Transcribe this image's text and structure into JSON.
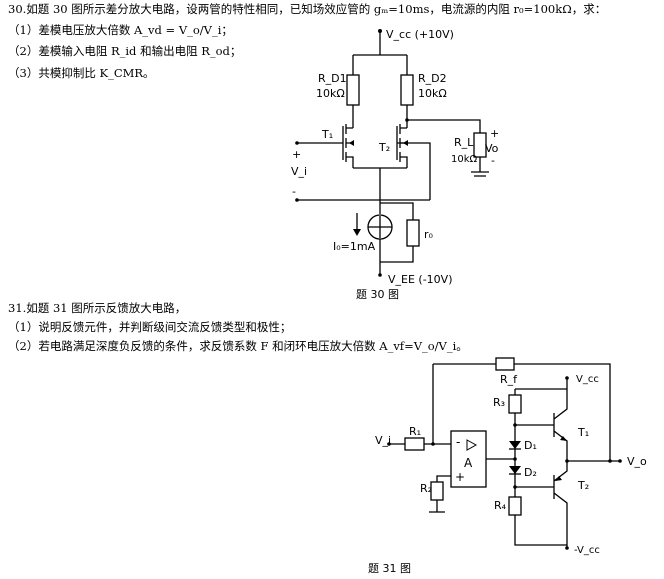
{
  "problem30": {
    "title": "30.如题 30 图所示差分放大电路，设两管的特性相同，已知场效应管的 gₘ=10ms，电流源的内阻 r₀=100kΩ，求：",
    "items": [
      "（1）差模电压放大倍数 A_vd = V_o/V_i；",
      "（2）差模输入电阻 R_id 和输出电阻 R_od；",
      "（3）共模抑制比 K_CMR。"
    ],
    "figure": {
      "vcc": "V_cc  (+10V)",
      "rd1_name": "R_D1",
      "rd1_value": "10kΩ",
      "rd2_name": "R_D2",
      "rd2_value": "10kΩ",
      "t1": "T₁",
      "t2": "T₂",
      "rl_name": "R_L",
      "rl_value": "10kΩ",
      "vo": "Vo",
      "vi": "V_i",
      "plus": "+",
      "minus": "-",
      "i0": "I₀=1mA",
      "r0": "r₀",
      "vee": "V_EE  (-10V)",
      "caption": "题 30 图"
    }
  },
  "problem31": {
    "title": "31.如题 31 图所示反馈放大电路，",
    "items": [
      "（1）说明反馈元件，并判断级间交流反馈类型和极性；",
      "（2）若电路满足深度负反馈的条件，求反馈系数 F 和闭环电压放大倍数 A_vf=V_o/V_i。"
    ],
    "figure": {
      "rf": "R_f",
      "vcc": "V_cc",
      "r3": "R₃",
      "t1": "T₁",
      "vi": "V_i",
      "r1": "R₁",
      "amp": "A",
      "minus": "-",
      "plus": "+",
      "d1": "D₁",
      "d2": "D₂",
      "vo": "V_o",
      "r2": "R₂",
      "r4": "R₄",
      "t2": "T₂",
      "neg_vcc": "-V_cc",
      "caption": "题 31 图"
    }
  }
}
